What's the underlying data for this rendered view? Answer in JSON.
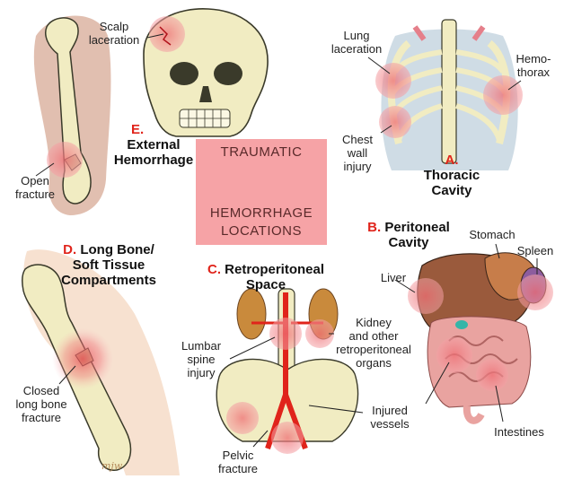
{
  "center": {
    "line1": "TRAUMATIC",
    "line2": "HEMORRHAGE",
    "line3": "LOCATIONS"
  },
  "sections": {
    "a": {
      "letter": "A.",
      "title_line1": "Thoracic",
      "title_line2": "Cavity"
    },
    "b": {
      "letter": "B.",
      "title_line1": "Peritoneal",
      "title_line2": "Cavity"
    },
    "c": {
      "letter": "C.",
      "title_line1": "Retroperitoneal",
      "title_line2": "Space"
    },
    "d": {
      "letter": "D.",
      "title_line1": "Long Bone/",
      "title_line2": "Soft Tissue",
      "title_line3": "Compartments"
    },
    "e": {
      "letter": "E.",
      "title_line1": "External",
      "title_line2": "Hemorrhage"
    }
  },
  "labels": {
    "scalp_laceration": [
      "Scalp",
      "laceration"
    ],
    "open_fracture": [
      "Open",
      "fracture"
    ],
    "lung_laceration": [
      "Lung",
      "laceration"
    ],
    "hemothorax": [
      "Hemo-",
      "thorax"
    ],
    "chest_wall_injury": [
      "Chest",
      "wall",
      "injury"
    ],
    "stomach": "Stomach",
    "spleen": "Spleen",
    "liver": "Liver",
    "intestines": "Intestines",
    "kidney": [
      "Kidney",
      "and other",
      "retroperitoneal",
      "organs"
    ],
    "lumbar": [
      "Lumbar",
      "spine",
      "injury"
    ],
    "injured_vessels": [
      "Injured",
      "vessels"
    ],
    "pelvic_fracture": [
      "Pelvic",
      "fracture"
    ],
    "closed_fracture": [
      "Closed",
      "long bone",
      "fracture"
    ]
  },
  "signature": "mjw",
  "colors": {
    "accent_red": "#e0241b",
    "center_box": "#f6a3a6",
    "bone": "#f1ecc2",
    "injury_glow": "#e8454f"
  }
}
